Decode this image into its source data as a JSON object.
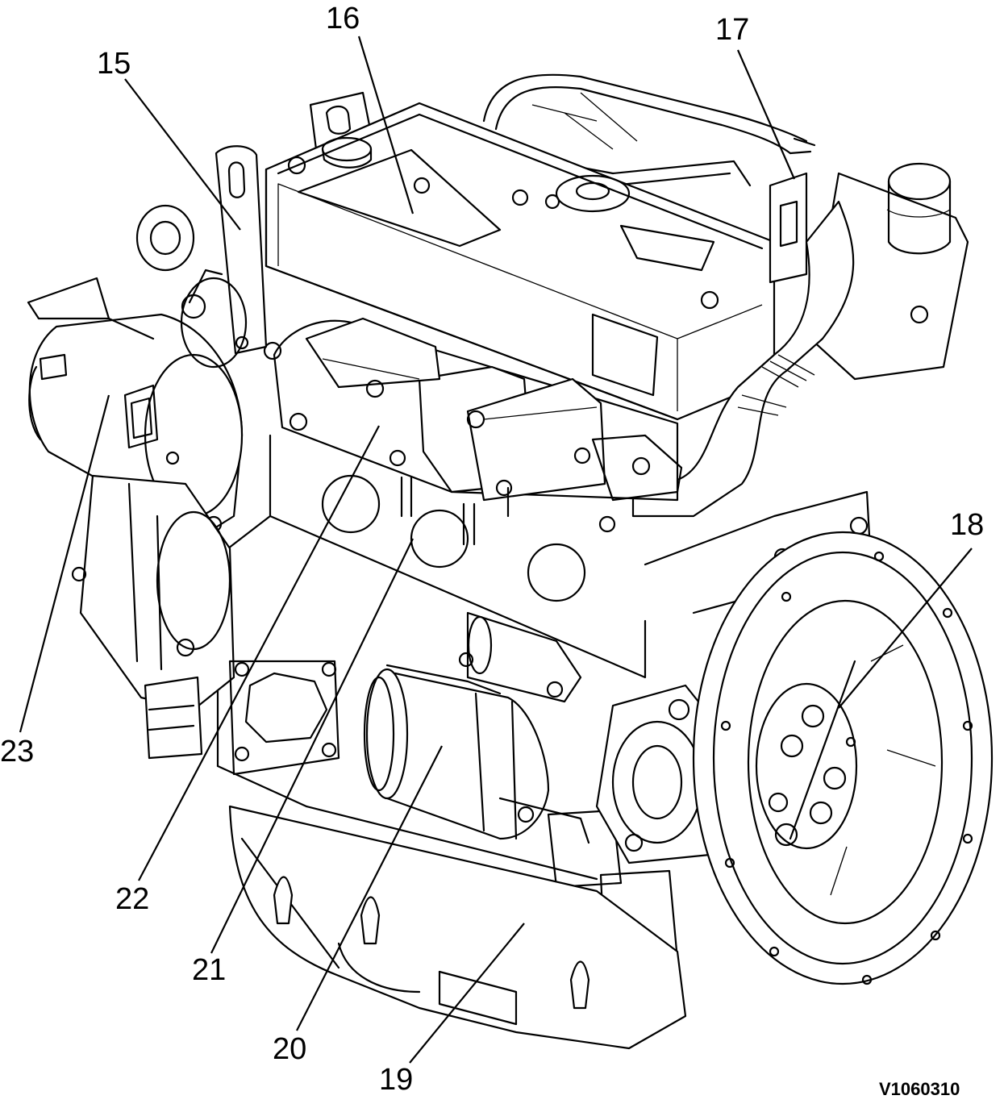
{
  "figure": {
    "doc_id": "V1060310",
    "callouts": [
      {
        "id": "15",
        "label": "15"
      },
      {
        "id": "16",
        "label": "16"
      },
      {
        "id": "17",
        "label": "17"
      },
      {
        "id": "18",
        "label": "18"
      },
      {
        "id": "19",
        "label": "19"
      },
      {
        "id": "20",
        "label": "20"
      },
      {
        "id": "21",
        "label": "21"
      },
      {
        "id": "22",
        "label": "22"
      },
      {
        "id": "23",
        "label": "23"
      }
    ]
  },
  "colors": {
    "line": "#000000",
    "background": "#ffffff"
  }
}
